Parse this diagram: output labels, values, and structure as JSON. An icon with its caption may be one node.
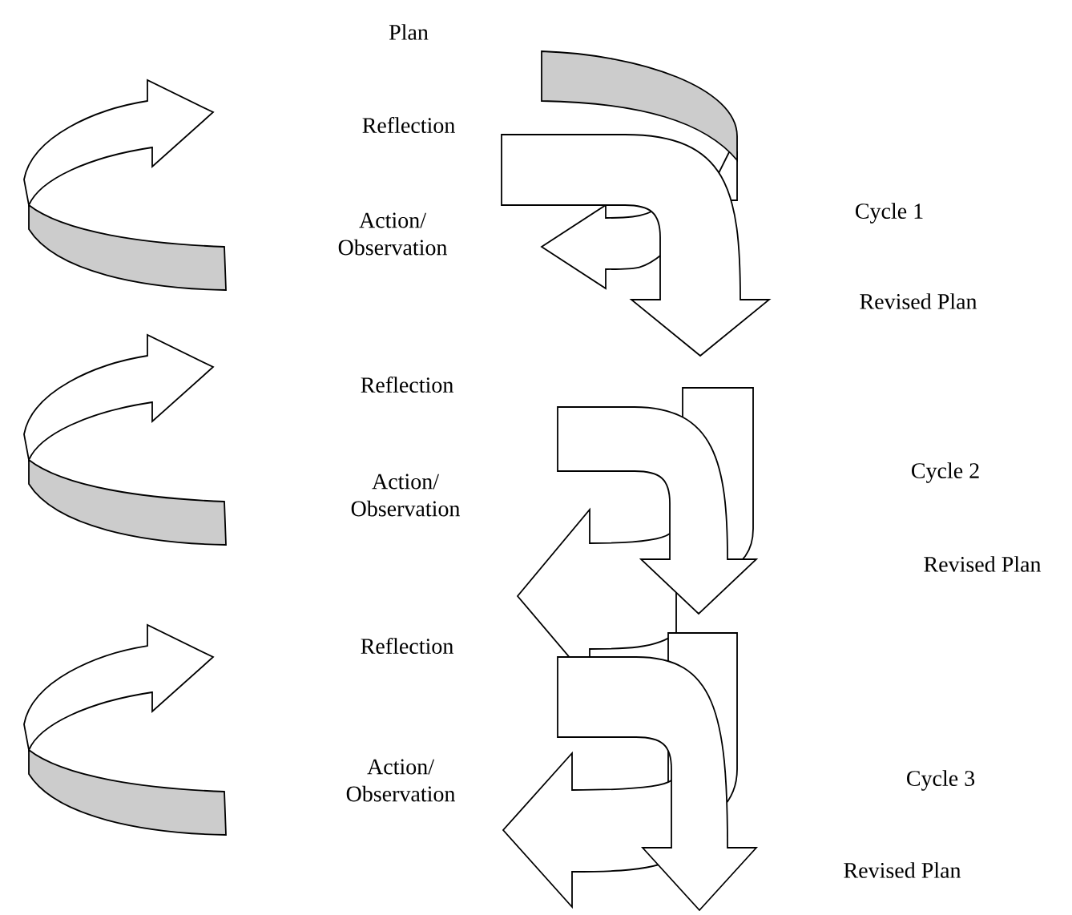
{
  "diagram": {
    "labels": [
      "Plan",
      "Reflection",
      "Action/ Observation",
      "Cycle 1",
      "Revised Plan",
      "Reflection",
      "Action/ Observation",
      "Cycle 2",
      "Revised Plan",
      "Reflection",
      "Action/ Observation",
      "Cycle 3",
      "Revised Plan"
    ]
  }
}
